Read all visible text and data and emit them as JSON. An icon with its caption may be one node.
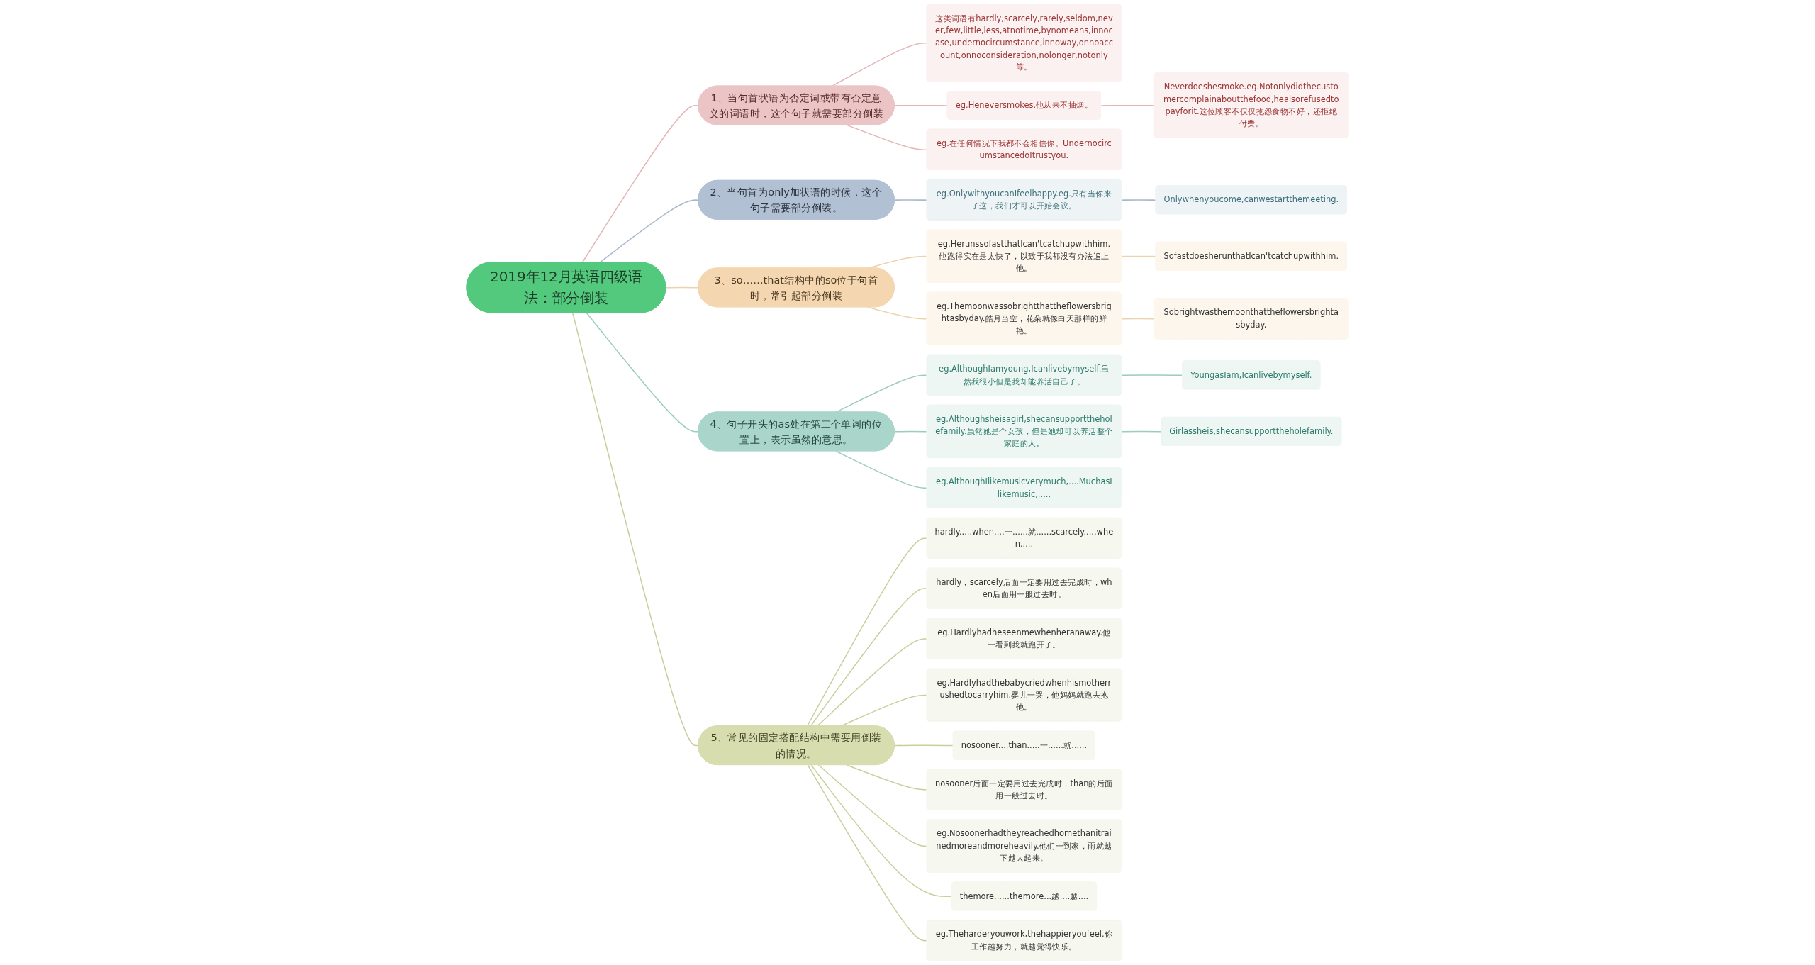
{
  "diagram": {
    "nodes": [
      {
        "text": [
          "2019年12月英语四级语法：部分倒装"
        ]
      },
      {
        "text": [
          "1、当句首状语为否定词或带有否定意义的词语时，这个句子就需要部分倒装"
        ]
      },
      {
        "text": [
          "这类词语有hardly,scarcely,rarely,seldom,never,few,little,less,atnotime,bynomeans,innocase,undernocircumstance,innoway,onnoaccount,onnoconsideration,nolonger,notonly等。"
        ]
      },
      {
        "text": [
          "eg.Heneversmokes.他从来不抽烟。"
        ]
      },
      {
        "text": [
          "Neverdoeshesmoke.eg.Notonlydidthecustomercomplainaboutthefood,healsorefusedtopayforit.这位顾客不仅仅抱怨食物不好，还拒绝付费。"
        ]
      },
      {
        "text": [
          "eg.在任何情况下我都不会相信你。UndernocircumstancedoItrustyou."
        ]
      },
      {
        "text": [
          "2、当句首为only加状语的时候，这个句子需要部分倒装。"
        ]
      },
      {
        "text": [
          "eg.OnlywithyoucanIfeelhappy.eg.只有当你来了这，我们才可以开始会议。"
        ]
      },
      {
        "text": [
          "Onlywhenyoucome,canwestartthemeeting."
        ]
      },
      {
        "text": [
          "3、so……that结构中的so位于句首时，常引起部分倒装"
        ]
      },
      {
        "text": [
          "eg.HerunssofastthatIcan'tcatchupwithhim.他跑得实在是太快了，以致于我都没有办法追上他。"
        ]
      },
      {
        "text": [
          "SofastdoesherunthatIcan'tcatchupwithhim."
        ]
      },
      {
        "text": [
          "eg.Themoonwassobrightthattheflowersbrightasbyday.皓月当空，花朵就像白天那样的鲜艳。"
        ]
      },
      {
        "text": [
          "Sobrightwasthemoonthattheflowersbrightasbyday."
        ]
      },
      {
        "text": [
          "4、句子开头的as处在第二个单词的位置上，表示虽然的意思。"
        ]
      },
      {
        "text": [
          "eg.AlthoughIamyoung,Icanlivebymyself.虽然我很小但是我却能养活自己了。"
        ]
      },
      {
        "text": [
          "YoungasIam,Icanlivebymyself."
        ]
      },
      {
        "text": [
          "eg.Althoughsheisagirl,shecansupporttheholefamily.虽然她是个女孩，但是她却可以养活整个家庭的人。"
        ]
      },
      {
        "text": [
          "Girlassheis,shecansupporttheholefamily."
        ]
      },
      {
        "text": [
          "eg.AlthoughIlikemusicverymuch,....MuchasIlikemusic,....."
        ]
      },
      {
        "text": [
          "5、常见的固定搭配结构中需要用倒装的情况。"
        ]
      },
      {
        "text": [
          "hardly.....when....一......就......scarcely.....when....."
        ]
      },
      {
        "text": [
          "hardly，scarcely后面一定要用过去完成时，when后面用一般过去时。"
        ]
      },
      {
        "text": [
          "eg.Hardlyhadheseenmewhenheranaway.他一看到我就跑开了。"
        ]
      },
      {
        "text": [
          "eg.Hardlyhadthebabycriedwhenhismotherrushedtocarryhim.婴儿一哭，他妈妈就跑去抱他。"
        ]
      },
      {
        "text": [
          "nosooner....than.....一......就......"
        ]
      },
      {
        "text": [
          "nosooner后面一定要用过去完成时，than的后面用一般过去时。"
        ]
      },
      {
        "text": [
          "eg.Nosoonerhadtheyreachedhomethanitrainedmoreandmoreheavily.他们一到家，雨就越下越大起来。"
        ]
      },
      {
        "text": [
          "themore......themore...越....越...."
        ]
      },
      {
        "text": [
          "eg.Theharderyouwork,thehappieryoufeel.你工作越努力，就越觉得快乐。"
        ]
      }
    ],
    "edges": [
      {
        "from": 0,
        "to": 1,
        "arrow": "none",
        "color": "#e3b5b5"
      },
      {
        "from": 1,
        "to": 2,
        "arrow": "none",
        "color": "#e3b5b5"
      },
      {
        "from": 1,
        "to": 3,
        "arrow": "none",
        "color": "#e3b5b5"
      },
      {
        "from": 3,
        "to": 4,
        "arrow": "none",
        "color": "#e3b5b5"
      },
      {
        "from": 1,
        "to": 5,
        "arrow": "none",
        "color": "#e3b5b5"
      },
      {
        "from": 0,
        "to": 6,
        "arrow": "none",
        "color": "#a9b8cc"
      },
      {
        "from": 6,
        "to": 7,
        "arrow": "none",
        "color": "#a9b8cc"
      },
      {
        "from": 7,
        "to": 8,
        "arrow": "none",
        "color": "#a9b8cc"
      },
      {
        "from": 0,
        "to": 9,
        "arrow": "none",
        "color": "#ecd3ad"
      },
      {
        "from": 9,
        "to": 10,
        "arrow": "none",
        "color": "#ecd3ad"
      },
      {
        "from": 10,
        "to": 11,
        "arrow": "none",
        "color": "#ecd3ad"
      },
      {
        "from": 9,
        "to": 12,
        "arrow": "none",
        "color": "#ecd3ad"
      },
      {
        "from": 12,
        "to": 13,
        "arrow": "none",
        "color": "#ecd3ad"
      },
      {
        "from": 0,
        "to": 14,
        "arrow": "none",
        "color": "#9ccbbf"
      },
      {
        "from": 14,
        "to": 15,
        "arrow": "none",
        "color": "#9ccbbf"
      },
      {
        "from": 15,
        "to": 16,
        "arrow": "none",
        "color": "#9ccbbf"
      },
      {
        "from": 14,
        "to": 17,
        "arrow": "none",
        "color": "#9ccbbf"
      },
      {
        "from": 17,
        "to": 18,
        "arrow": "none",
        "color": "#9ccbbf"
      },
      {
        "from": 14,
        "to": 19,
        "arrow": "none",
        "color": "#9ccbbf"
      },
      {
        "from": 0,
        "to": 20,
        "arrow": "none"
      },
      {
        "from": 20,
        "to": 21,
        "arrow": "none"
      },
      {
        "from": 20,
        "to": 22,
        "arrow": "none"
      },
      {
        "from": 20,
        "to": 23,
        "arrow": "none"
      },
      {
        "from": 20,
        "to": 24,
        "arrow": "none"
      },
      {
        "from": 20,
        "to": 25,
        "arrow": "none"
      },
      {
        "from": 20,
        "to": 26,
        "arrow": "none"
      },
      {
        "from": 20,
        "to": 27,
        "arrow": "none"
      },
      {
        "from": 20,
        "to": 28,
        "arrow": "none"
      },
      {
        "from": 20,
        "to": 29,
        "arrow": "none"
      }
    ]
  }
}
